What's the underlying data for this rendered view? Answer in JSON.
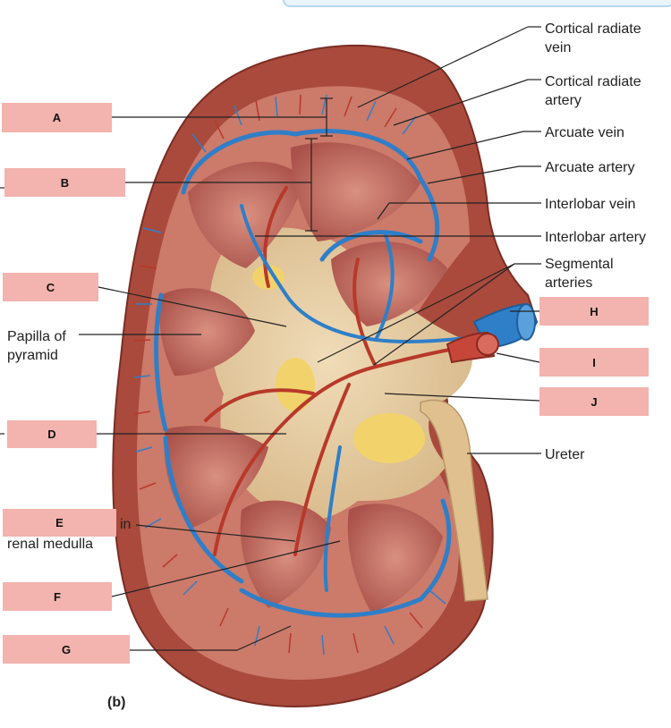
{
  "figure": {
    "panel_label": "(b)"
  },
  "boxes": {
    "A": "A",
    "B": "B",
    "C": "C",
    "D": "D",
    "E": "E",
    "F": "F",
    "G": "G",
    "H": "H",
    "I": "I",
    "J": "J"
  },
  "labels": {
    "cortical_radiate_vein": "Cortical radiate\nvein",
    "cortical_radiate_artery": "Cortical radiate\nartery",
    "arcuate_vein": "Arcuate vein",
    "arcuate_artery": "Arcuate artery",
    "interlobar_vein": "Interlobar vein",
    "interlobar_artery": "Interlobar artery",
    "segmental_arteries": "Segmental\narteries",
    "ureter": "Ureter",
    "papilla_of_pyramid": "Papilla of\npyramid",
    "e_suffix": "in",
    "renal_medulla": "renal medulla"
  },
  "colors": {
    "label_box": "#f3b3ae",
    "capsule": "#a94a3c",
    "cortex": "#cc7a6a",
    "pyramid": "#b8615a",
    "sinus": "#e3c9a0",
    "fat": "#f2d36b",
    "vein": "#2f7fc8",
    "artery": "#b8392a"
  }
}
